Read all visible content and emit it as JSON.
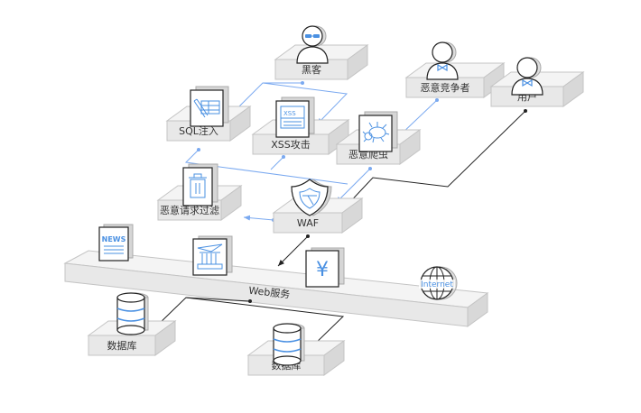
{
  "diagram": {
    "title": "WAF Web Protection Architecture",
    "colors": {
      "accent_blue": "#4a90e2",
      "link_blue": "#7aa9f0",
      "link_black": "#222222",
      "platform_top": "#f4f4f4",
      "platform_front": "#e6e6e6",
      "platform_side": "#d9d9d9",
      "platform_edge": "#bdbdbd"
    },
    "nodes": {
      "hacker": {
        "label": "黑客",
        "icon": "hacker-person-icon"
      },
      "competitor": {
        "label": "恶意竞争者",
        "icon": "person-bowtie-icon"
      },
      "user": {
        "label": "用户",
        "icon": "person-bowtie-icon"
      },
      "sql_injection": {
        "label": "SQL注入",
        "icon": "sql-table-syringe-icon"
      },
      "xss_attack": {
        "label": "XSS攻击",
        "icon": "xss-window-icon",
        "icon_text": "XSS"
      },
      "malicious_crawler": {
        "label": "恶意爬虫",
        "icon": "bug-icon"
      },
      "request_filter": {
        "label": "恶意请求过滤",
        "icon": "trash-bin-icon"
      },
      "waf": {
        "label": "WAF",
        "icon": "shield-icon"
      },
      "web_service": {
        "label": "Web服务",
        "icons": [
          {
            "name": "news-icon",
            "text": "NEWS"
          },
          {
            "name": "bank-icon",
            "text": ""
          },
          {
            "name": "yen-icon",
            "text": "¥"
          },
          {
            "name": "internet-globe-icon",
            "text": "Internet"
          }
        ]
      },
      "database_1": {
        "label": "数据库",
        "icon": "database-icon"
      },
      "database_2": {
        "label": "数据库",
        "icon": "database-icon"
      }
    },
    "edges": [
      {
        "from": "hacker",
        "to": "sql_injection",
        "style": "blue"
      },
      {
        "from": "hacker",
        "to": "xss_attack",
        "style": "blue"
      },
      {
        "from": "competitor",
        "to": "malicious_crawler",
        "style": "blue"
      },
      {
        "from": "sql_injection",
        "to": "waf",
        "style": "blue"
      },
      {
        "from": "xss_attack",
        "to": "waf",
        "style": "blue"
      },
      {
        "from": "malicious_crawler",
        "to": "waf",
        "style": "blue"
      },
      {
        "from": "waf",
        "to": "request_filter",
        "style": "blue"
      },
      {
        "from": "user",
        "to": "waf",
        "style": "black"
      },
      {
        "from": "waf",
        "to": "web_service",
        "style": "black"
      },
      {
        "from": "web_service",
        "to": "database_1",
        "style": "black"
      },
      {
        "from": "web_service",
        "to": "database_2",
        "style": "black"
      }
    ]
  }
}
